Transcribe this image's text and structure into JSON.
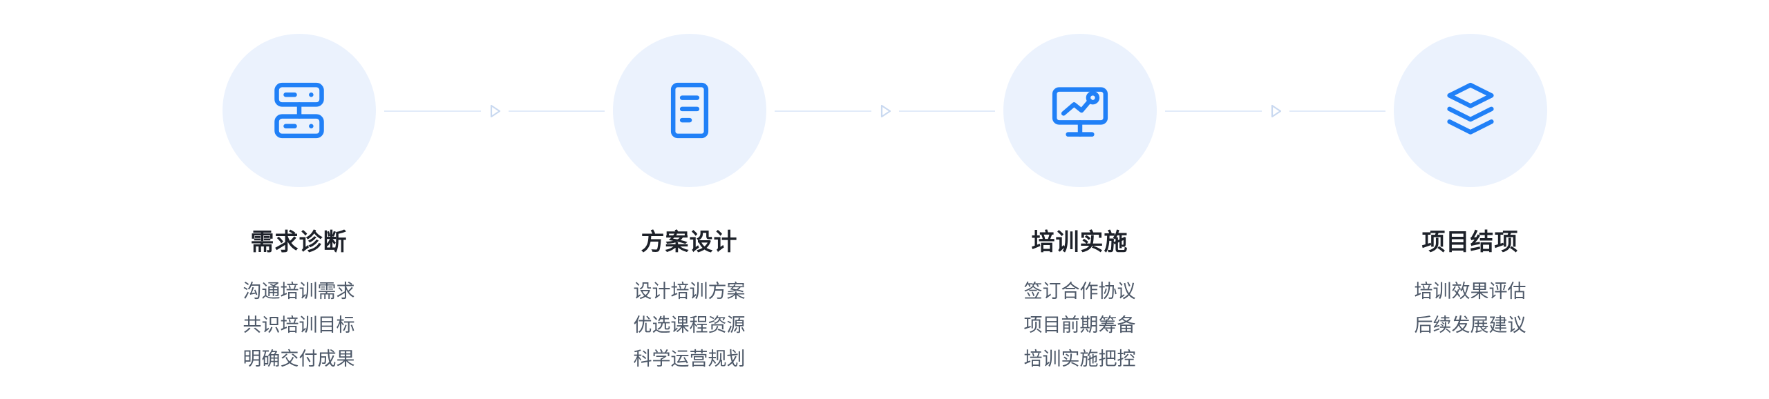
{
  "steps": [
    {
      "title": "需求诊断",
      "icon": "server-stack-icon",
      "items": [
        "沟通培训需求",
        "共识培训目标",
        "明确交付成果"
      ]
    },
    {
      "title": "方案设计",
      "icon": "document-icon",
      "items": [
        "设计培训方案",
        "优选课程资源",
        "科学运营规划"
      ]
    },
    {
      "title": "培训实施",
      "icon": "presentation-chart-icon",
      "items": [
        "签订合作协议",
        "项目前期筹备",
        "培训实施把控"
      ]
    },
    {
      "title": "项目结项",
      "icon": "layers-icon",
      "items": [
        "培训效果评估",
        "后续发展建议"
      ]
    }
  ],
  "colors": {
    "icon_blue": "#2080F7",
    "circle_bg": "#EBF2FD",
    "title_color": "#1D2129",
    "text_color": "#4E5969",
    "connector_line": "#E1EBF9",
    "connector_arrow": "#C9D9F0",
    "page_bg": "#FFFFFF"
  }
}
